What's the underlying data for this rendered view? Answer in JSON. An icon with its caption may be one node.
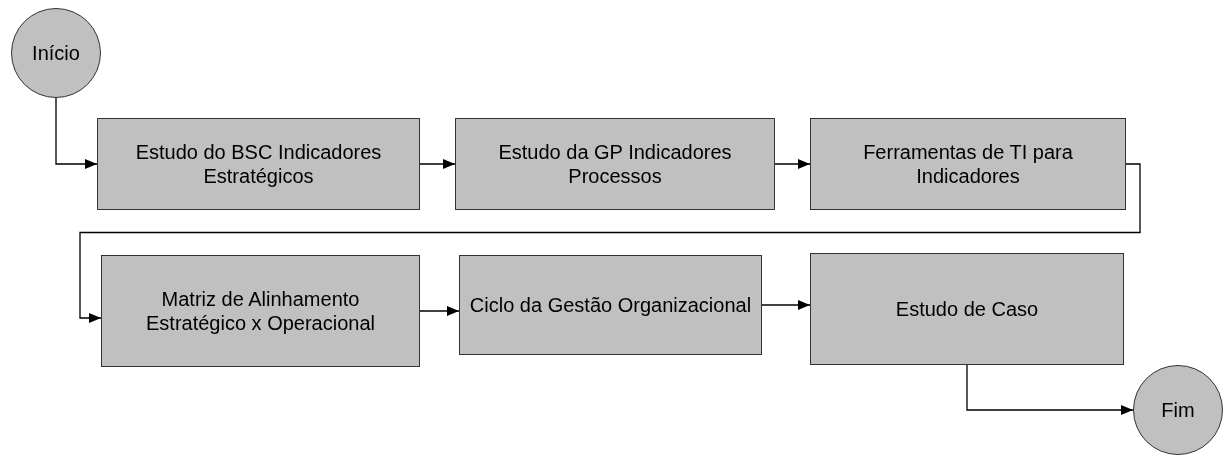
{
  "diagram": {
    "nodes": [
      {
        "text": [
          "Início"
        ]
      },
      {
        "text": [
          "Estudo do BSC Indicadores Estratégicos"
        ]
      },
      {
        "text": [
          "Estudo da GP Indicadores Processos"
        ]
      },
      {
        "text": [
          "Ferramentas de TI para Indicadores"
        ]
      },
      {
        "text": [
          "Matriz de Alinhamento Estratégico x Operacional"
        ]
      },
      {
        "text": [
          "Ciclo da Gestão Organizacional"
        ]
      },
      {
        "text": [
          "Estudo de Caso"
        ]
      },
      {
        "text": [
          "Fim"
        ]
      }
    ],
    "edges": [
      {
        "from": 0,
        "to": 1,
        "arrow": "to"
      },
      {
        "from": 1,
        "to": 2,
        "arrow": "to"
      },
      {
        "from": 2,
        "to": 3,
        "arrow": "to"
      },
      {
        "from": 3,
        "to": 4,
        "arrow": "to"
      },
      {
        "from": 4,
        "to": 5,
        "arrow": "to"
      },
      {
        "from": 5,
        "to": 6,
        "arrow": "to"
      },
      {
        "from": 6,
        "to": 7,
        "arrow": "to"
      }
    ]
  }
}
